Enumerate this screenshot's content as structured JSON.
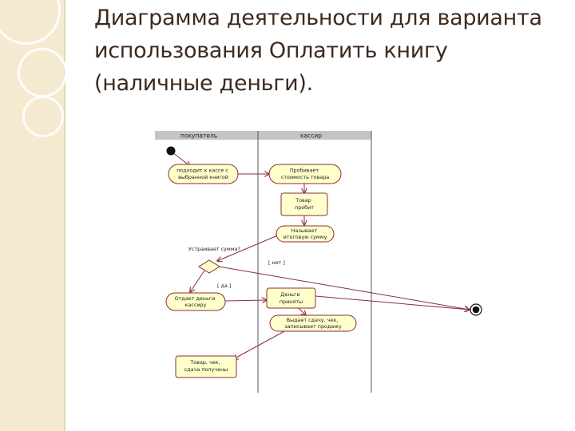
{
  "slide": {
    "title": "Диаграмма деятельности для варианта использования Оплатить книгу (наличные деньги)."
  },
  "diagram": {
    "lanes": [
      {
        "title": "покупатель"
      },
      {
        "title": "кассир"
      }
    ],
    "nodes": {
      "approach_cashier": [
        "подходит к кассе с",
        "выбранной книгой"
      ],
      "punch_price": [
        "Пробивает",
        "стоимость товара"
      ],
      "item_punched": [
        "Товар",
        "пробит"
      ],
      "names_total": [
        "Называет",
        "итоговую сумму"
      ],
      "gives_money": [
        "Отдает деньги",
        "кассиру"
      ],
      "money_received": [
        "Деньги",
        "приняты"
      ],
      "gives_change": [
        "Выдает сдачу, чек,",
        "записывает продажу"
      ],
      "goods_received": [
        "Товар, чек,",
        "сдача получены"
      ]
    },
    "decision_question": "Устраивает сумма?",
    "guards": {
      "no": "[ нет ]",
      "yes": "[ да ]"
    }
  },
  "colors": {
    "accent_band": "#f3ead0",
    "title_text": "#3d2a1e",
    "node_fill": "#ffffcc",
    "node_stroke": "#8b2d3a",
    "arrow": "#8b2d3a",
    "lane_header": "#c4c4c4"
  }
}
